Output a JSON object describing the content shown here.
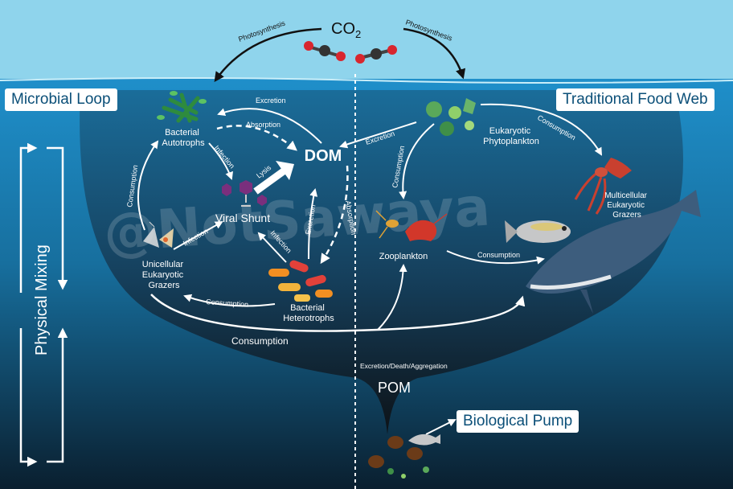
{
  "colors": {
    "sky": "#8fd4ec",
    "sea_top": "#1f8fca",
    "sea_bottom": "#0a1f2f",
    "bowl": "#111820",
    "arrow": "#ffffff"
  },
  "co2": {
    "base": "CO",
    "subscript": "2"
  },
  "photosynthesis_left": "Photosynthesis",
  "photosynthesis_right": "Photosynthesis",
  "boxes": {
    "microbial_loop": "Microbial Loop",
    "traditional_food_web": "Traditional Food Web",
    "biological_pump": "Biological Pump"
  },
  "physical_mixing": "Physical Mixing",
  "watermark": "@NotSawaya",
  "nodes": {
    "bacterial_autotrophs": [
      "Bacterial",
      "Autotrophs"
    ],
    "viral_shunt": "Viral Shunt",
    "dom": "DOM",
    "unicellular_grazers": [
      "Unicellular",
      "Eukaryotic",
      "Grazers"
    ],
    "bacterial_heterotrophs": [
      "Bacterial",
      "Heterotrophs"
    ],
    "eukaryotic_phytoplankton": [
      "Eukaryotic",
      "Phytoplankton"
    ],
    "multicellular_grazers": [
      "Multicellular",
      "Eukaryotic",
      "Grazers"
    ],
    "zooplankton": "Zooplankton",
    "pom": "POM"
  },
  "arrow_labels": {
    "excretion_top": "Excretion",
    "absorption_top": "Absorption",
    "infection_autotrophs": "Infection",
    "lysis": "Lysis",
    "consumption_loop_left": "Consumption",
    "infection_grazers": "Infection",
    "infection_heterotrophs": "Infection",
    "excretion_right": "Excretion",
    "absorption_right": "Absorption",
    "consumption_loop_bottom": "Consumption",
    "excretion_phyto": "Excretion",
    "consumption_phyto_zoo": "Consumption",
    "consumption_phyto_multi": "Consumption",
    "consumption_zoo_whale": "Consumption",
    "consumption_large": "Consumption",
    "excretion_death_aggregation": "Excretion/Death/Aggregation"
  },
  "icons": [
    "co2-molecule-icon",
    "bacterial-autotrophs-icon",
    "virus-icon",
    "diatom-grazer-icon",
    "bacteria-heterotrophs-icon",
    "phytoplankton-icon",
    "squid-icon",
    "copepod-icon",
    "shrimp-icon",
    "fish-icon",
    "whale-icon",
    "pom-particles-icon"
  ]
}
